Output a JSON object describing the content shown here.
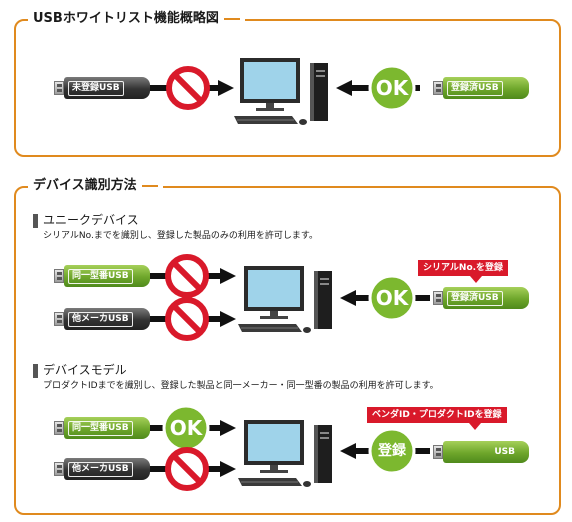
{
  "section1": {
    "title": "USBホワイトリスト機能概略図"
  },
  "section1_diagram": {
    "usb_blocked": "未登録USB",
    "badge_ok": "OK",
    "usb_registered": "登録済USB"
  },
  "section2": {
    "title": "デバイス識別方法"
  },
  "unique": {
    "title": "ユニークデバイス",
    "description": "シリアルNo.までを識別し、登録した製品のみの利用を許可します。",
    "usb_same_model": "同一型番USB",
    "usb_other_maker": "他メーカUSB",
    "badge_ok": "OK",
    "usb_registered": "登録済USB",
    "callout": "シリアルNo.を登録"
  },
  "model": {
    "title": "デバイスモデル",
    "description": "プロダクトIDまでを識別し、登録した製品と同一メーカー・同一型番の製品の利用を許可します。",
    "usb_same_model": "同一型番USB",
    "usb_other_maker": "他メーカUSB",
    "badge_ok": "OK",
    "badge_register": "登録",
    "usb_plain": "USB",
    "callout": "ベンダID・プロダクトIDを登録"
  },
  "colors": {
    "frame": "#e08a1e",
    "prohibit_red": "#d9192a",
    "ok_green": "#7cb82f",
    "usb_green": "#6ea62b",
    "usb_gray": "#333333",
    "monitor_screen": "#9fd3ea"
  },
  "icons": [
    "prohibit-icon",
    "computer-icon",
    "usb-drive-icon",
    "arrow-icon"
  ]
}
